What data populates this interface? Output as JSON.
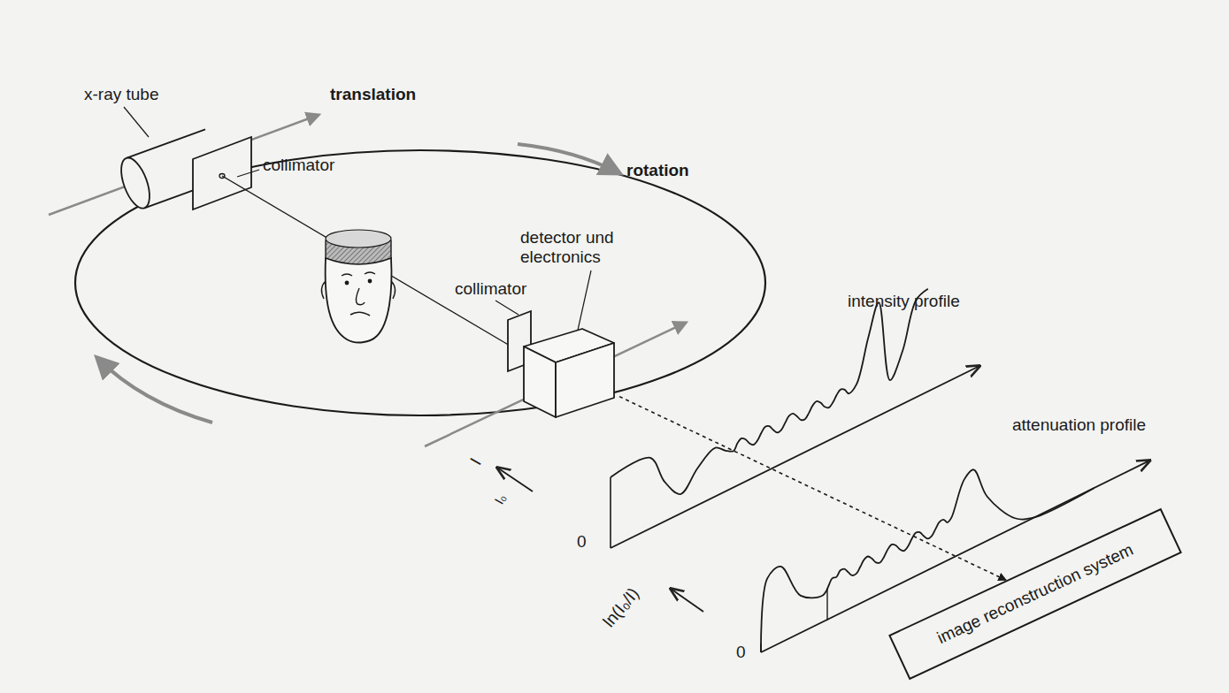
{
  "diagram": {
    "nodes": [
      {
        "text": [
          "detector und electronics"
        ]
      },
      {
        "text": [
          "image reconstruction system"
        ]
      }
    ],
    "edges": [
      {
        "from": 0,
        "to": 1,
        "arrow": "to"
      }
    ],
    "labels": [
      "x-ray tube",
      "translation",
      "collimator",
      "rotation",
      "collimator",
      "intensity profile",
      "attenuation profile",
      "I",
      "I₀",
      "0",
      "ln(I₀/I)",
      "0"
    ]
  }
}
